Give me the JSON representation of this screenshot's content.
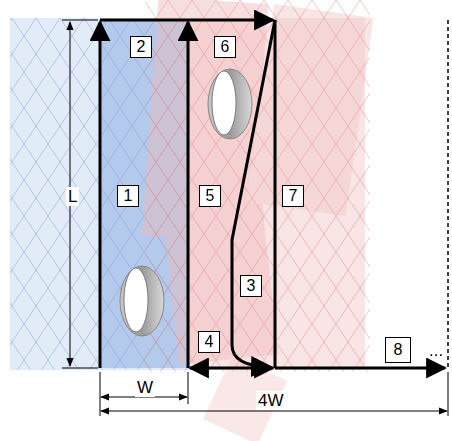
{
  "diagram": {
    "nodes": [
      {
        "text": [
          "1"
        ]
      },
      {
        "text": [
          "2"
        ]
      },
      {
        "text": [
          "3"
        ]
      },
      {
        "text": [
          "4"
        ]
      },
      {
        "text": [
          "5"
        ]
      },
      {
        "text": [
          "6"
        ]
      },
      {
        "text": [
          "7"
        ]
      },
      {
        "text": [
          "8"
        ]
      }
    ],
    "labels": [
      "L",
      "W",
      "4W",
      "..."
    ]
  }
}
